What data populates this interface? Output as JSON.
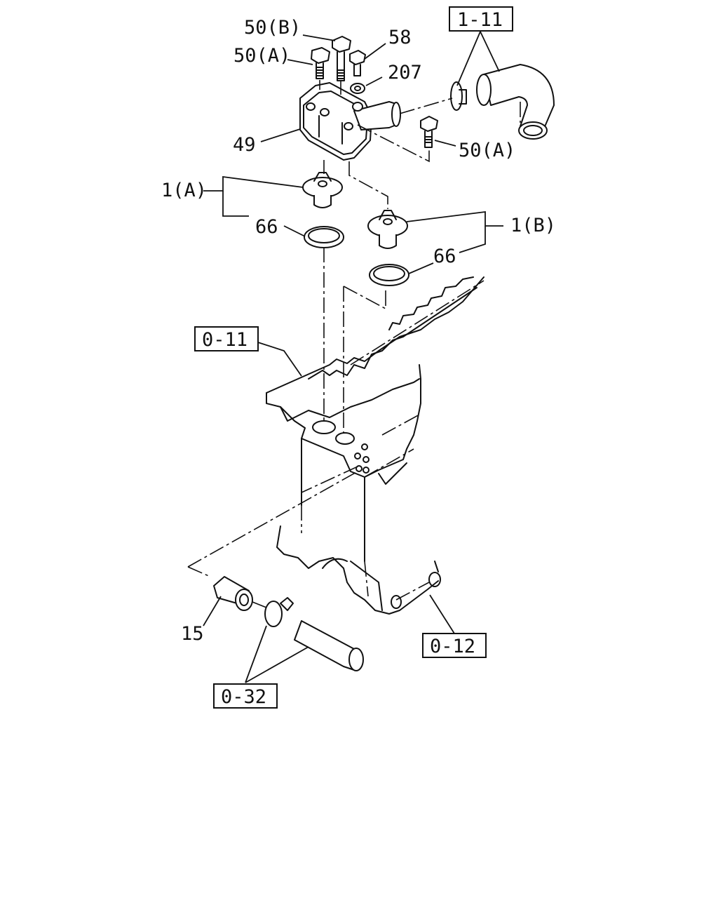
{
  "labels": {
    "bolt_50b": "50(B)",
    "bolt_50a_top": "50(A)",
    "bolt_58": "58",
    "gasket_207": "207",
    "housing_49": "49",
    "bolt_50a_right": "50(A)",
    "thermostat_1a": "1(A)",
    "thermostat_1b": "1(B)",
    "ring_66_left": "66",
    "ring_66_right": "66",
    "sensor_15": "15"
  },
  "refs": {
    "ref_1_11": "1-11",
    "ref_0_11": "0-11",
    "ref_0_12": "0-12",
    "ref_0_32": "0-32"
  }
}
